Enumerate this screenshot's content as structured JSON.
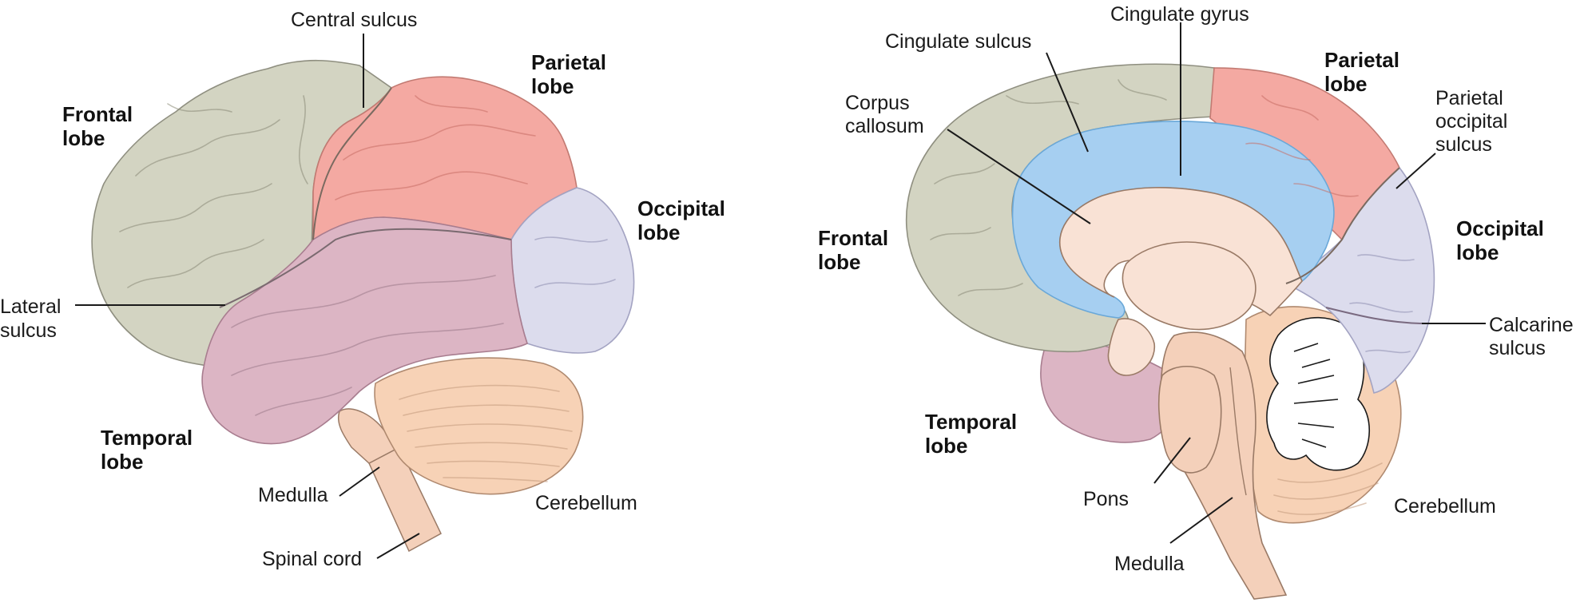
{
  "colors": {
    "frontal": "#d3d4c2",
    "parietal": "#f4a9a2",
    "occipital": "#dcdced",
    "temporal": "#dcb5c4",
    "cerebellum": "#f7d2b6",
    "brainstem": "#f4d0ba",
    "cingulate": "#a6cff1",
    "inner": "#f9e2d5",
    "line": "#1a1a1a"
  },
  "lateral_view": {
    "labels": {
      "central_sulcus": "Central sulcus",
      "parietal_lobe": [
        "Parietal",
        "lobe"
      ],
      "frontal_lobe": [
        "Frontal",
        "lobe"
      ],
      "occipital_lobe": [
        "Occipital",
        "lobe"
      ],
      "lateral_sulcus": [
        "Lateral",
        "sulcus"
      ],
      "temporal_lobe": [
        "Temporal",
        "lobe"
      ],
      "medulla": "Medulla",
      "cerebellum": "Cerebellum",
      "spinal_cord": "Spinal cord"
    }
  },
  "medial_view": {
    "labels": {
      "cingulate_gyrus": "Cingulate gyrus",
      "cingulate_sulcus": "Cingulate sulcus",
      "parietal_lobe": [
        "Parietal",
        "lobe"
      ],
      "corpus_callosum": [
        "Corpus",
        "callosum"
      ],
      "parietal_occipital_sulcus": [
        "Parietal",
        "occipital",
        "sulcus"
      ],
      "occipital_lobe": [
        "Occipital",
        "lobe"
      ],
      "frontal_lobe": [
        "Frontal",
        "lobe"
      ],
      "calcarine_sulcus": [
        "Calcarine",
        "sulcus"
      ],
      "temporal_lobe": [
        "Temporal",
        "lobe"
      ],
      "pons": "Pons",
      "cerebellum": "Cerebellum",
      "medulla": "Medulla"
    }
  }
}
